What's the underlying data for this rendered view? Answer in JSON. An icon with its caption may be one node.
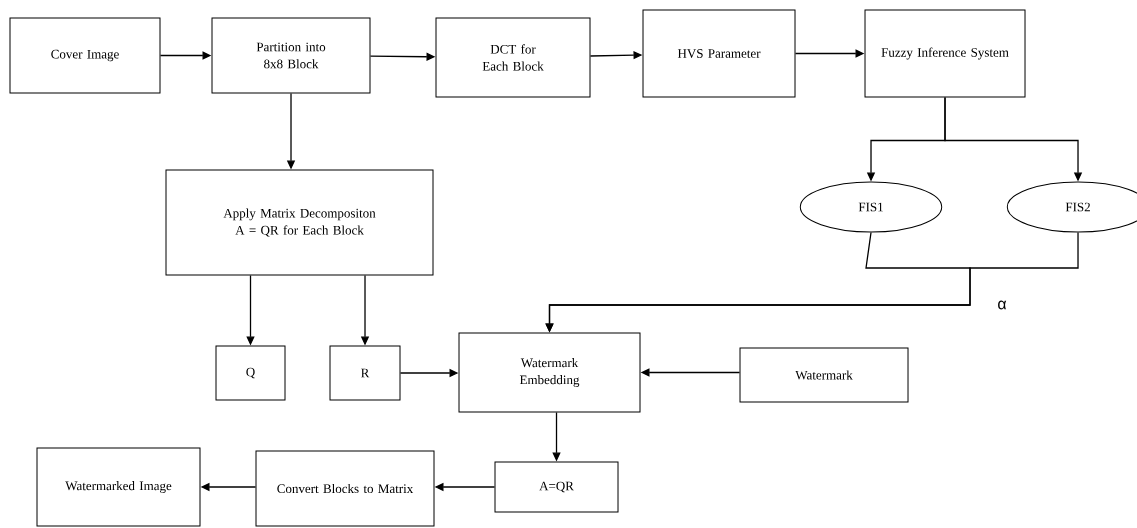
{
  "diagram": {
    "nodes": [
      {
        "text": [
          "Cover Image"
        ]
      },
      {
        "text": [
          "Partition into 8x8 Block"
        ]
      },
      {
        "text": [
          "DCT for Each Block"
        ]
      },
      {
        "text": [
          "HVS Parameter"
        ]
      },
      {
        "text": [
          "Fuzzy Inference System"
        ]
      },
      {
        "text": [
          "Apply Matrix Decompositon A = QR for Each Block"
        ]
      },
      {
        "text": [
          "FIS1"
        ]
      },
      {
        "text": [
          "FIS2"
        ]
      },
      {
        "text": [
          "Q"
        ]
      },
      {
        "text": [
          "R"
        ]
      },
      {
        "text": [
          "Watermark Embedding"
        ]
      },
      {
        "text": [
          "Watermark"
        ]
      },
      {
        "text": [
          "A=QR"
        ]
      },
      {
        "text": [
          "Convert Blocks to Matrix"
        ]
      },
      {
        "text": [
          "Watermarked Image"
        ]
      }
    ],
    "edges": [
      {
        "from": 0,
        "to": 1,
        "arrow": "to"
      },
      {
        "from": 1,
        "to": 2,
        "arrow": "to"
      },
      {
        "from": 2,
        "to": 3,
        "arrow": "to"
      },
      {
        "from": 3,
        "to": 4,
        "arrow": "to"
      },
      {
        "from": 1,
        "to": 5,
        "arrow": "to"
      },
      {
        "from": 4,
        "to": 6,
        "arrow": "to"
      },
      {
        "from": 4,
        "to": 7,
        "arrow": "to"
      },
      {
        "from": 6,
        "to": 10,
        "arrow": "to"
      },
      {
        "from": 7,
        "to": 10,
        "arrow": "to"
      },
      {
        "from": 5,
        "to": 8,
        "arrow": "to"
      },
      {
        "from": 5,
        "to": 9,
        "arrow": "to"
      },
      {
        "from": 9,
        "to": 10,
        "arrow": "to"
      },
      {
        "from": 11,
        "to": 10,
        "arrow": "to"
      },
      {
        "from": 10,
        "to": 12,
        "arrow": "to"
      },
      {
        "from": 12,
        "to": 13,
        "arrow": "to"
      },
      {
        "from": 13,
        "to": 14,
        "arrow": "to"
      }
    ],
    "labels": [
      "α"
    ]
  }
}
